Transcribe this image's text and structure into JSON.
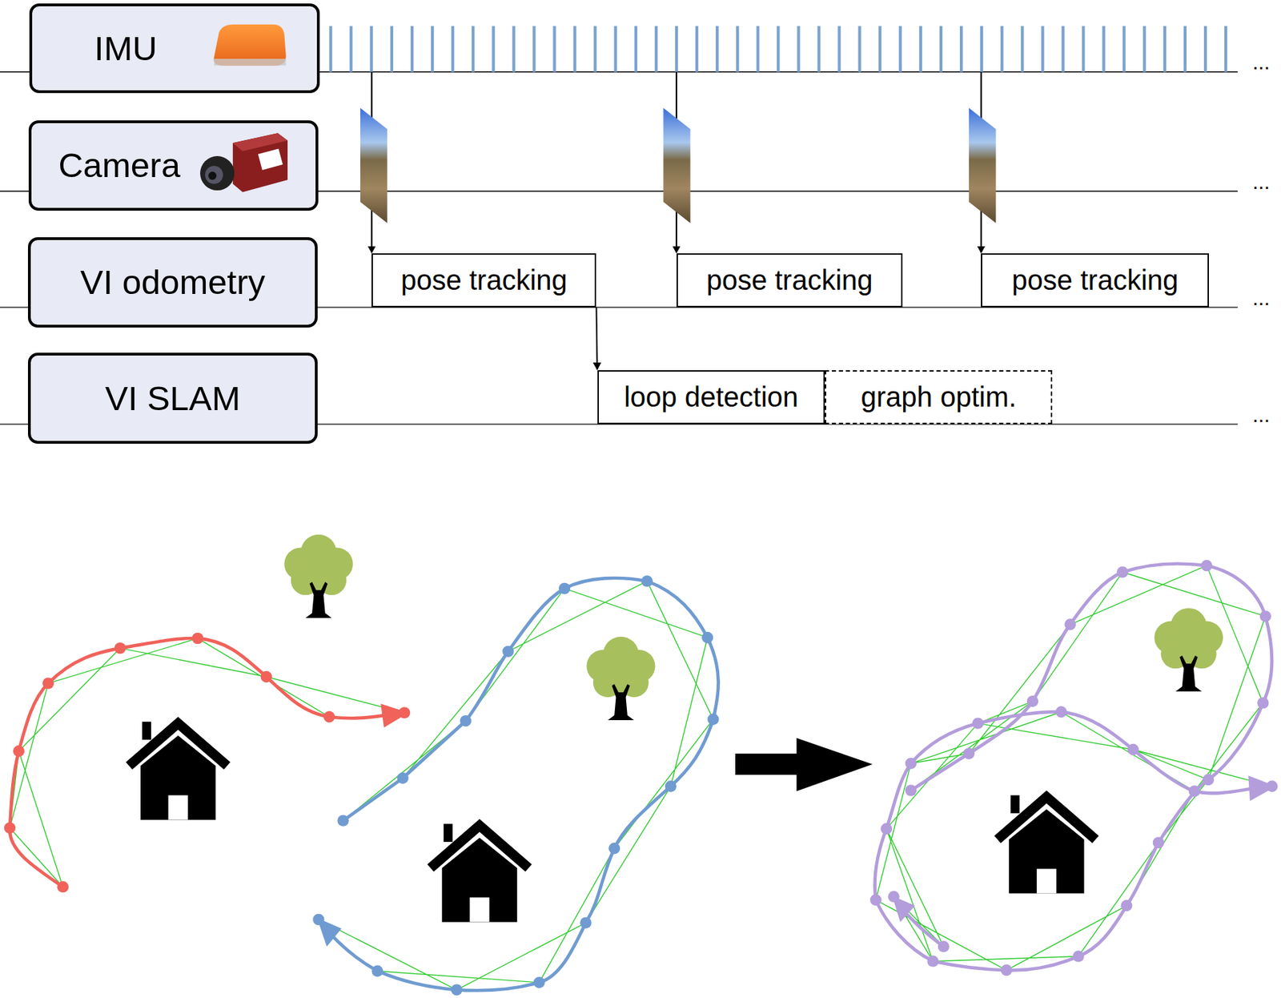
{
  "diagram": {
    "nodes": [
      {
        "text": [
          "IMU"
        ]
      },
      {
        "text": [
          "Camera"
        ]
      },
      {
        "text": [
          "VI odometry"
        ]
      },
      {
        "text": [
          "VI SLAM"
        ]
      },
      {
        "text": [
          "pose tracking"
        ]
      },
      {
        "text": [
          "pose tracking"
        ]
      },
      {
        "text": [
          "pose tracking"
        ]
      },
      {
        "text": [
          "loop detection"
        ]
      },
      {
        "text": [
          "graph optim."
        ]
      }
    ],
    "edges": [
      {
        "from": 4,
        "to": 7,
        "arrow": "to"
      }
    ],
    "labels": [
      "...",
      "...",
      "...",
      "..."
    ]
  }
}
